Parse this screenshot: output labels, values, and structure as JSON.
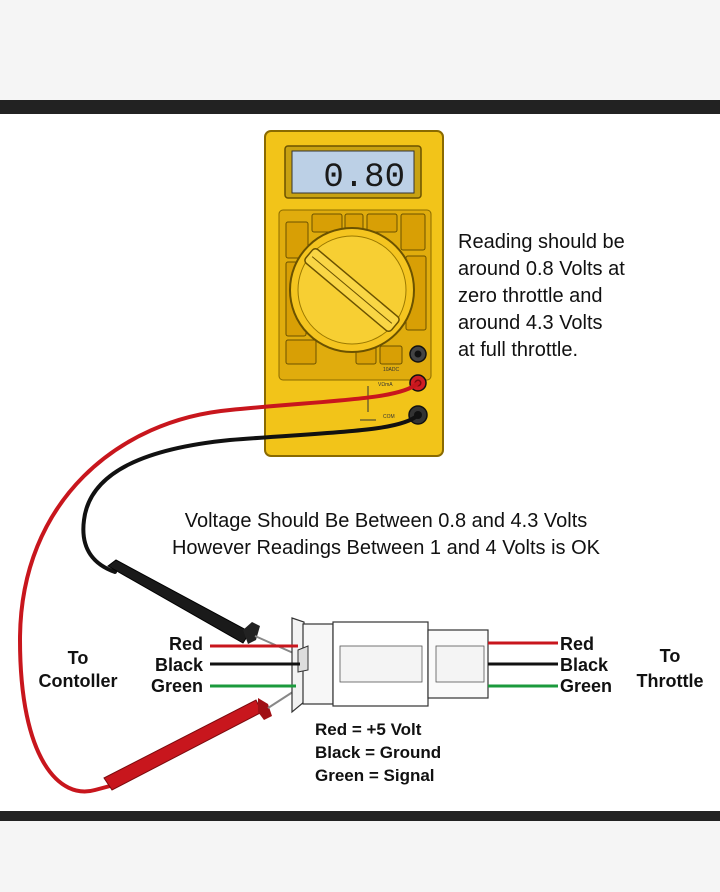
{
  "meter": {
    "display_value": "0.80",
    "port_labels": {
      "port_10a": "10ADC",
      "port_vohm": "VΩmA",
      "port_com": "COM"
    }
  },
  "note": {
    "lines": [
      "Reading should be",
      "around 0.8 Volts at",
      "zero throttle and",
      "around 4.3 Volts",
      "at full throttle."
    ]
  },
  "center_note": {
    "line1": "Voltage Should Be Between 0.8 and 4.3 Volts",
    "line2": "However Readings Between 1 and 4 Volts is OK"
  },
  "left_side": {
    "to": "To",
    "destination": "Contoller",
    "wires": [
      "Red",
      "Black",
      "Green"
    ]
  },
  "right_side": {
    "to": "To",
    "destination": "Throttle",
    "wires": [
      "Red",
      "Black",
      "Green"
    ]
  },
  "legend": {
    "red": "Red = +5 Volt",
    "black": "Black = Ground",
    "green": "Green = Signal"
  },
  "colors": {
    "meter_body": "#f2c419",
    "meter_outline": "#8a6a00",
    "lcd": "#bcd0e6",
    "wire_red": "#c8161d",
    "wire_black": "#111111",
    "wire_green": "#1b9a3c",
    "probe_red": "#c8161d"
  }
}
